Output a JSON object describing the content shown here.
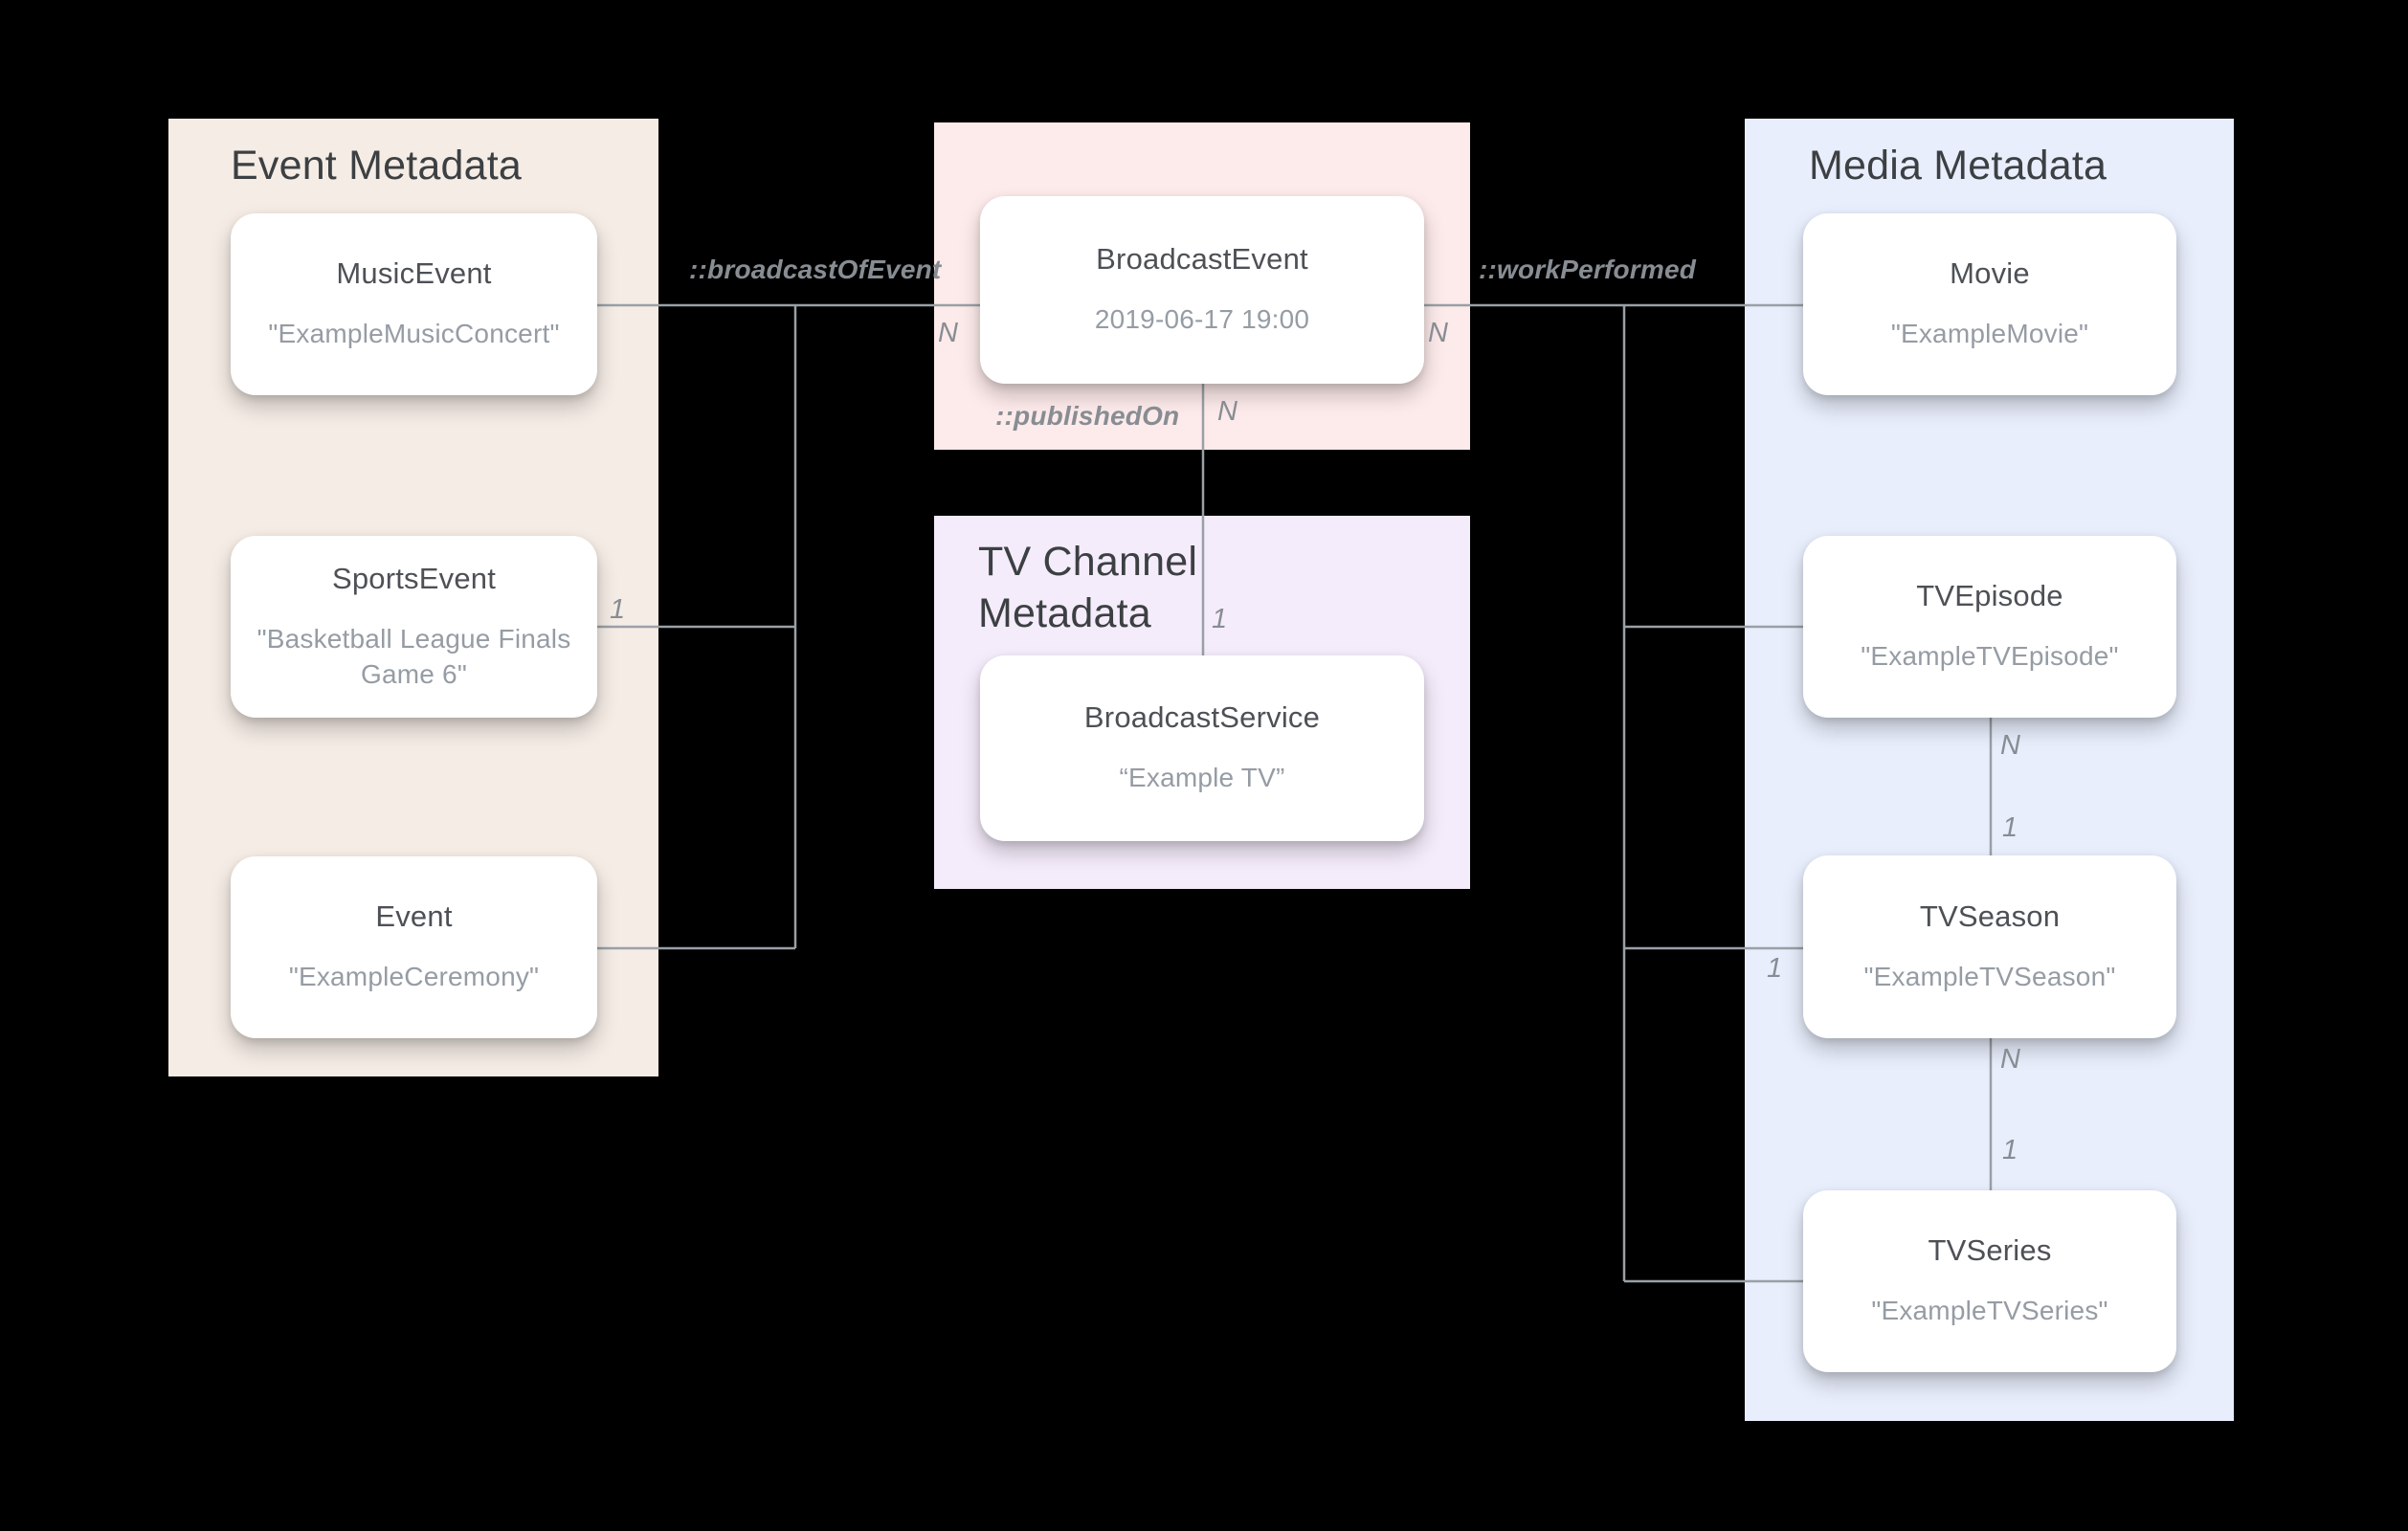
{
  "diagram": {
    "panels": {
      "event": {
        "title": "Event Metadata",
        "cards": [
          {
            "title": "MusicEvent",
            "subtitle": "\"ExampleMusicConcert\""
          },
          {
            "title": "SportsEvent",
            "subtitle": "\"Basketball League Finals Game 6\""
          },
          {
            "title": "Event",
            "subtitle": "\"ExampleCeremony\""
          }
        ]
      },
      "broadcast_event": {
        "cards": [
          {
            "title": "BroadcastEvent",
            "subtitle": "2019-06-17 19:00"
          }
        ]
      },
      "tv_channel": {
        "title": "TV Channel Metadata",
        "cards": [
          {
            "title": "BroadcastService",
            "subtitle": "“Example TV”"
          }
        ]
      },
      "media": {
        "title": "Media Metadata",
        "cards": [
          {
            "title": "Movie",
            "subtitle": "\"ExampleMovie\""
          },
          {
            "title": "TVEpisode",
            "subtitle": "\"ExampleTVEpisode\""
          },
          {
            "title": "TVSeason",
            "subtitle": "\"ExampleTVSeason\""
          },
          {
            "title": "TVSeries",
            "subtitle": "\"ExampleTVSeries\""
          }
        ]
      }
    },
    "relations": {
      "broadcast_of_event": {
        "label": "::broadcastOfEvent",
        "n": "N",
        "one": "1"
      },
      "work_performed": {
        "label": "::workPerformed",
        "n": "N",
        "one": "1"
      },
      "published_on": {
        "label": "::publishedOn",
        "n": "N",
        "one": "1"
      },
      "episode_to_season": {
        "n": "N",
        "one": "1"
      },
      "season_to_series": {
        "n": "N",
        "one": "1"
      }
    },
    "colors": {
      "background": "#000000",
      "event_panel": "#f5ece5",
      "broadcast_panel": "#fdeaea",
      "tv_channel_panel": "#f5ecfb",
      "media_panel": "#e8eefc",
      "card": "#ffffff",
      "line": "#9aa0a6",
      "panel_title_text": "#3c4043",
      "card_title_text": "#4d5156",
      "card_subtitle_text": "#969ca4",
      "relation_label_text": "#878d93"
    }
  }
}
